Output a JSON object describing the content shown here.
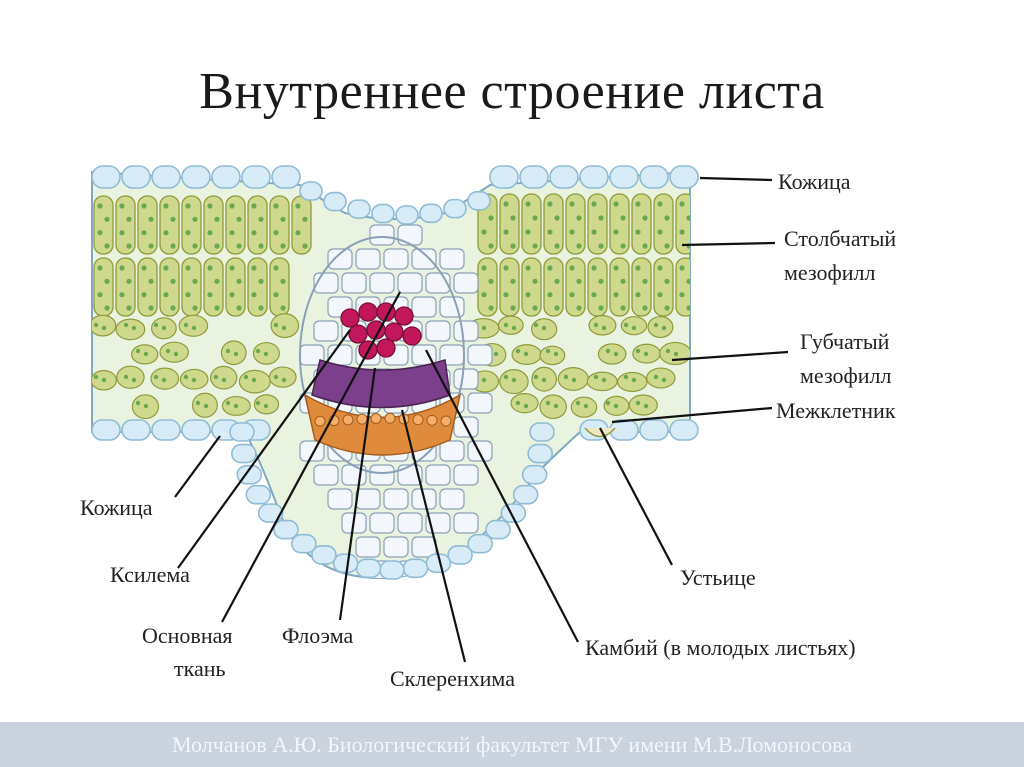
{
  "title": "Внутреннее строение листа",
  "labels": {
    "epidermis_right": "Кожица",
    "palisade_1": "Столбчатый",
    "palisade_2": "мезофилл",
    "spongy_1": "Губчатый",
    "spongy_2": "мезофилл",
    "intercellular": "Межклетник",
    "epidermis_left": "Кожица",
    "xylem": "Ксилема",
    "ground_1": "Основная",
    "ground_2": "ткань",
    "phloem": "Флоэма",
    "sclerenchyma": "Склеренхима",
    "stomata": "Устьице",
    "cambium": "Камбий (в молодых листьях)"
  },
  "footer": "Молчанов А.Ю. Биологический факультет МГУ имени М.В.Ломоносова",
  "colors": {
    "epidermis": "#d8ecf7",
    "epidermis_stroke": "#8fbcd6",
    "mesophyll": "#cfd98e",
    "mesophyll_stroke": "#8f9a3c",
    "chloroplast": "#6aa84f",
    "xylem": "#c2185b",
    "cambium": "#7b3f8c",
    "phloem": "#e08a3c",
    "ground": "#f3f6fa"
  }
}
